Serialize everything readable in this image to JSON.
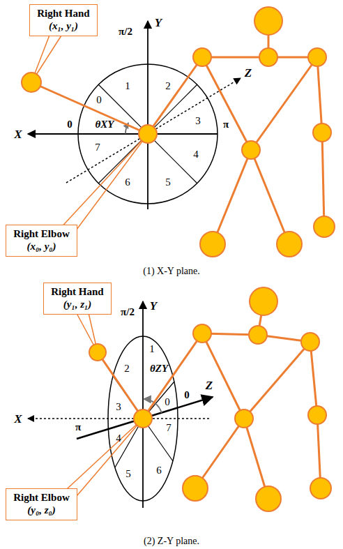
{
  "diagram": {
    "nodes": [
      {
        "text": [
          "Right Hand",
          "(x₁, y₁)"
        ]
      },
      {
        "text": [
          "Right Elbow",
          "(x₀, y₀)"
        ]
      },
      {
        "text": [
          "Right Hand",
          "(y₁, z₁)"
        ]
      },
      {
        "text": [
          "Right Elbow",
          "(y₀, z₀)"
        ]
      }
    ],
    "labels": [
      "π/2",
      "Y",
      "1",
      "2",
      "0",
      "3",
      "θXY",
      "Z",
      "X",
      "0",
      "π",
      "7",
      "4",
      "6",
      "5",
      "(1) X-Y plane.",
      "π/2",
      "Y",
      "1",
      "2",
      "θZY",
      "0",
      "3",
      "X",
      "0",
      "Z",
      "π",
      "7",
      "4",
      "6",
      "5",
      "(2) Z-Y plane."
    ]
  }
}
